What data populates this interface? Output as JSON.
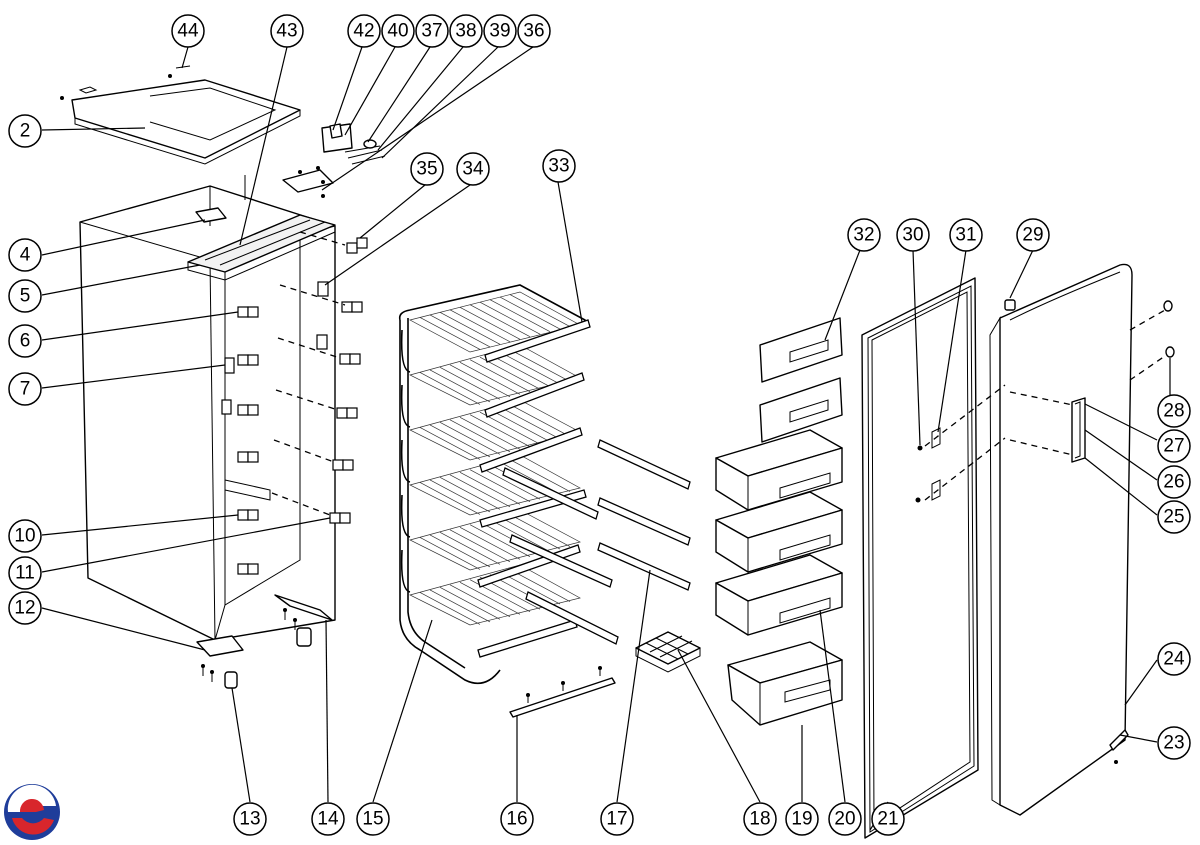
{
  "diagram": {
    "callouts": [
      {
        "id": "44",
        "label": "44"
      },
      {
        "id": "43",
        "label": "43"
      },
      {
        "id": "42",
        "label": "42"
      },
      {
        "id": "40",
        "label": "40"
      },
      {
        "id": "37",
        "label": "37"
      },
      {
        "id": "38",
        "label": "38"
      },
      {
        "id": "39",
        "label": "39"
      },
      {
        "id": "36",
        "label": "36"
      },
      {
        "id": "2",
        "label": "2"
      },
      {
        "id": "35",
        "label": "35"
      },
      {
        "id": "34",
        "label": "34"
      },
      {
        "id": "33",
        "label": "33"
      },
      {
        "id": "32",
        "label": "32"
      },
      {
        "id": "30",
        "label": "30"
      },
      {
        "id": "31",
        "label": "31"
      },
      {
        "id": "29",
        "label": "29"
      },
      {
        "id": "4",
        "label": "4"
      },
      {
        "id": "5",
        "label": "5"
      },
      {
        "id": "6",
        "label": "6"
      },
      {
        "id": "7",
        "label": "7"
      },
      {
        "id": "28",
        "label": "28"
      },
      {
        "id": "27",
        "label": "27"
      },
      {
        "id": "26",
        "label": "26"
      },
      {
        "id": "25",
        "label": "25"
      },
      {
        "id": "10",
        "label": "10"
      },
      {
        "id": "11",
        "label": "11"
      },
      {
        "id": "12",
        "label": "12"
      },
      {
        "id": "24",
        "label": "24"
      },
      {
        "id": "23",
        "label": "23"
      },
      {
        "id": "13",
        "label": "13"
      },
      {
        "id": "14",
        "label": "14"
      },
      {
        "id": "15",
        "label": "15"
      },
      {
        "id": "16",
        "label": "16"
      },
      {
        "id": "17",
        "label": "17"
      },
      {
        "id": "18",
        "label": "18"
      },
      {
        "id": "19",
        "label": "19"
      },
      {
        "id": "20",
        "label": "20"
      },
      {
        "id": "21",
        "label": "21"
      }
    ]
  }
}
